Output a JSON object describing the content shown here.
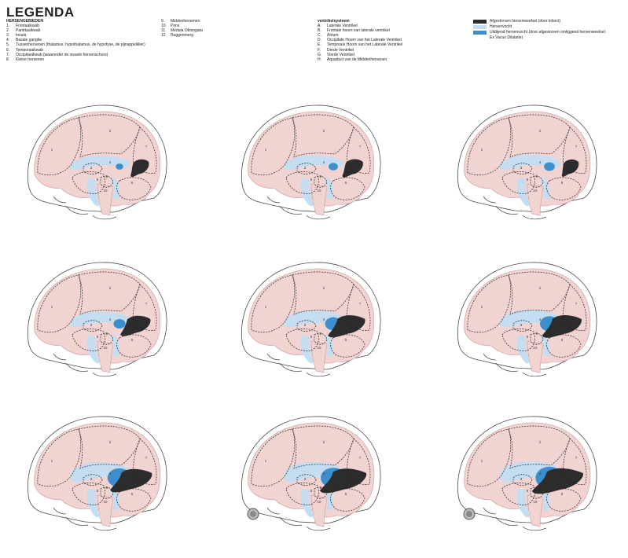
{
  "title": "LEGENDA",
  "brain_regions": {
    "heading": "HERSENGEBIEDEN",
    "items": [
      {
        "num": "1.",
        "label": "Frontaalkwab"
      },
      {
        "num": "2.",
        "label": "Pariëtaalkwab"
      },
      {
        "num": "3.",
        "label": "Insula"
      },
      {
        "num": "4.",
        "label": "Basale ganglia"
      },
      {
        "num": "5.",
        "label": "Tussenhersenen (thalamus, hypothalamus, de hypofyse, de pijnappelklier)"
      },
      {
        "num": "6.",
        "label": "Temporaalkwab"
      },
      {
        "num": "7.",
        "label": "Occipitaalkwab (waaronder de visuele hersenschors)"
      },
      {
        "num": "8.",
        "label": "Kleine hersenen"
      }
    ]
  },
  "brain_regions_2": {
    "items": [
      {
        "num": "9.",
        "label": "Middenhersenen"
      },
      {
        "num": "10.",
        "label": "Pons"
      },
      {
        "num": "11.",
        "label": "Medula Oblongata"
      },
      {
        "num": "12.",
        "label": "Ruggenmerg"
      }
    ]
  },
  "ventricles": {
    "heading": "ventrikelsysteem",
    "items": [
      {
        "num": "A.",
        "label": "Laterale Ventrikel"
      },
      {
        "num": "B.",
        "label": "Frontale hoorn van laterale ventrikel"
      },
      {
        "num": "C.",
        "label": "Atrium"
      },
      {
        "num": "D.",
        "label": "Occipitale Hoorn van het Laterale Ventrikel"
      },
      {
        "num": "E.",
        "label": "Temporale Hoorn van het Laterale Ventrikel"
      },
      {
        "num": "F.",
        "label": "Derde Ventrikel"
      },
      {
        "num": "G.",
        "label": "Vierde Ventrikel"
      },
      {
        "num": "H.",
        "label": "Aquaduct van de Middenhersenen"
      }
    ]
  },
  "color_key": {
    "items": [
      {
        "label": "Afgestorven hersenweefsel (door infarct)",
        "color": "#2c2c2c"
      },
      {
        "label": "Hersenvocht",
        "color": "#c4ddf0"
      },
      {
        "label": "Uitdijend hersenvocht (door afgestorven omliggend hersenweefsel.",
        "color": "#3d8fcc"
      },
      {
        "label": "Ex Vacuo Dilatatie)",
        "color": "none"
      }
    ]
  },
  "colors": {
    "brain": "#f1d3d1",
    "brain_stroke": "#c79a98",
    "skull_stroke": "#4a4a4a",
    "csf": "#c4ddf0",
    "expanding_csf": "#3d8fcc",
    "infarct": "#2c2c2c"
  },
  "region_labels": {
    "frontal": "1",
    "parietal": "2",
    "insula": "3",
    "basal_ganglia": "4",
    "diencephalon": "5",
    "temporal": "6",
    "occipital": "7",
    "cerebellum": "8",
    "midbrain": "9",
    "pons": "10",
    "medulla": "11",
    "spinal_cord": "12"
  },
  "panels": [
    {
      "stage": 1,
      "infarct": 0.15,
      "dilation": 0.05,
      "skull_ring": false
    },
    {
      "stage": 2,
      "infarct": 0.2,
      "dilation": 0.12,
      "skull_ring": false
    },
    {
      "stage": 3,
      "infarct": 0.12,
      "dilation": 0.18,
      "skull_ring": false
    },
    {
      "stage": 4,
      "infarct": 0.4,
      "dilation": 0.22,
      "skull_ring": false
    },
    {
      "stage": 5,
      "infarct": 0.55,
      "dilation": 0.4,
      "skull_ring": false
    },
    {
      "stage": 6,
      "infarct": 0.6,
      "dilation": 0.5,
      "skull_ring": false
    },
    {
      "stage": 7,
      "infarct": 0.65,
      "dilation": 0.7,
      "skull_ring": false
    },
    {
      "stage": 8,
      "infarct": 0.75,
      "dilation": 0.75,
      "skull_ring": true
    },
    {
      "stage": 9,
      "infarct": 0.85,
      "dilation": 0.85,
      "skull_ring": true
    }
  ]
}
